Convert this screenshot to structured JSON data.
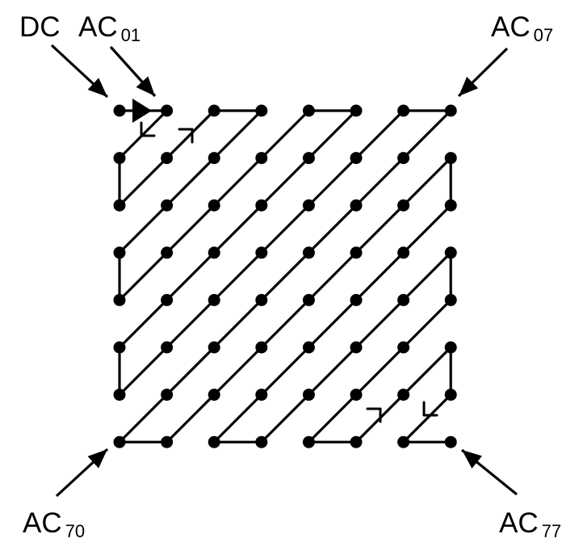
{
  "labels": {
    "dc": "DC",
    "ac01": {
      "main": "AC",
      "sub": "01"
    },
    "ac07": {
      "main": "AC",
      "sub": "07"
    },
    "ac70": {
      "main": "AC",
      "sub": "70"
    },
    "ac77": {
      "main": "AC",
      "sub": "77"
    }
  },
  "grid": {
    "rows": 8,
    "cols": 8
  },
  "colors": {
    "line": "#000000",
    "dot": "#000000",
    "background": "#ffffff"
  }
}
